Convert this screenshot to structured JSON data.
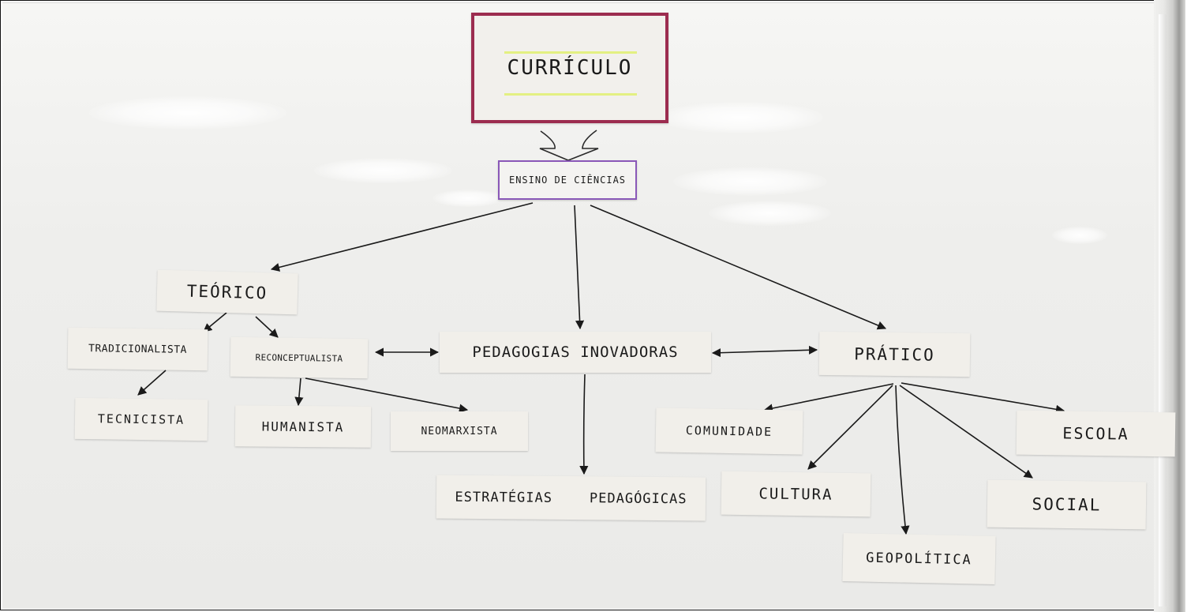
{
  "mind_map": {
    "root": "CURRÍCULO",
    "subject": "ENSINO DE CIÊNCIAS",
    "branches": {
      "teorico": "TEÓRICO",
      "pedagogias": "PEDAGOGIAS INOVADORAS",
      "pratico": "PRÁTICO"
    },
    "teorico_children": {
      "tradicionalista": "TRADICIONALISTA",
      "reconceptualista": "RECONCEPTUALISTA",
      "tecnicista": "TECNICISTA",
      "humanista": "HUMANISTA",
      "neomarxista": "NEOMARXISTA"
    },
    "pedagogias_children": {
      "estrategias_left": "ESTRATÉGIAS",
      "estrategias_right": "PEDAGÓGICAS"
    },
    "pratico_children": {
      "comunidade": "COMUNIDADE",
      "cultura": "CULTURA",
      "geopolitica": "GEOPOLÍTICA",
      "social": "SOCIAL",
      "escola": "ESCOLA"
    }
  },
  "colors": {
    "root_border": "#9c2c4f",
    "subject_border": "#8a58b8",
    "marker": "#1a1a1a",
    "highlighter": "#e1f070",
    "paper": "#f1efea"
  }
}
